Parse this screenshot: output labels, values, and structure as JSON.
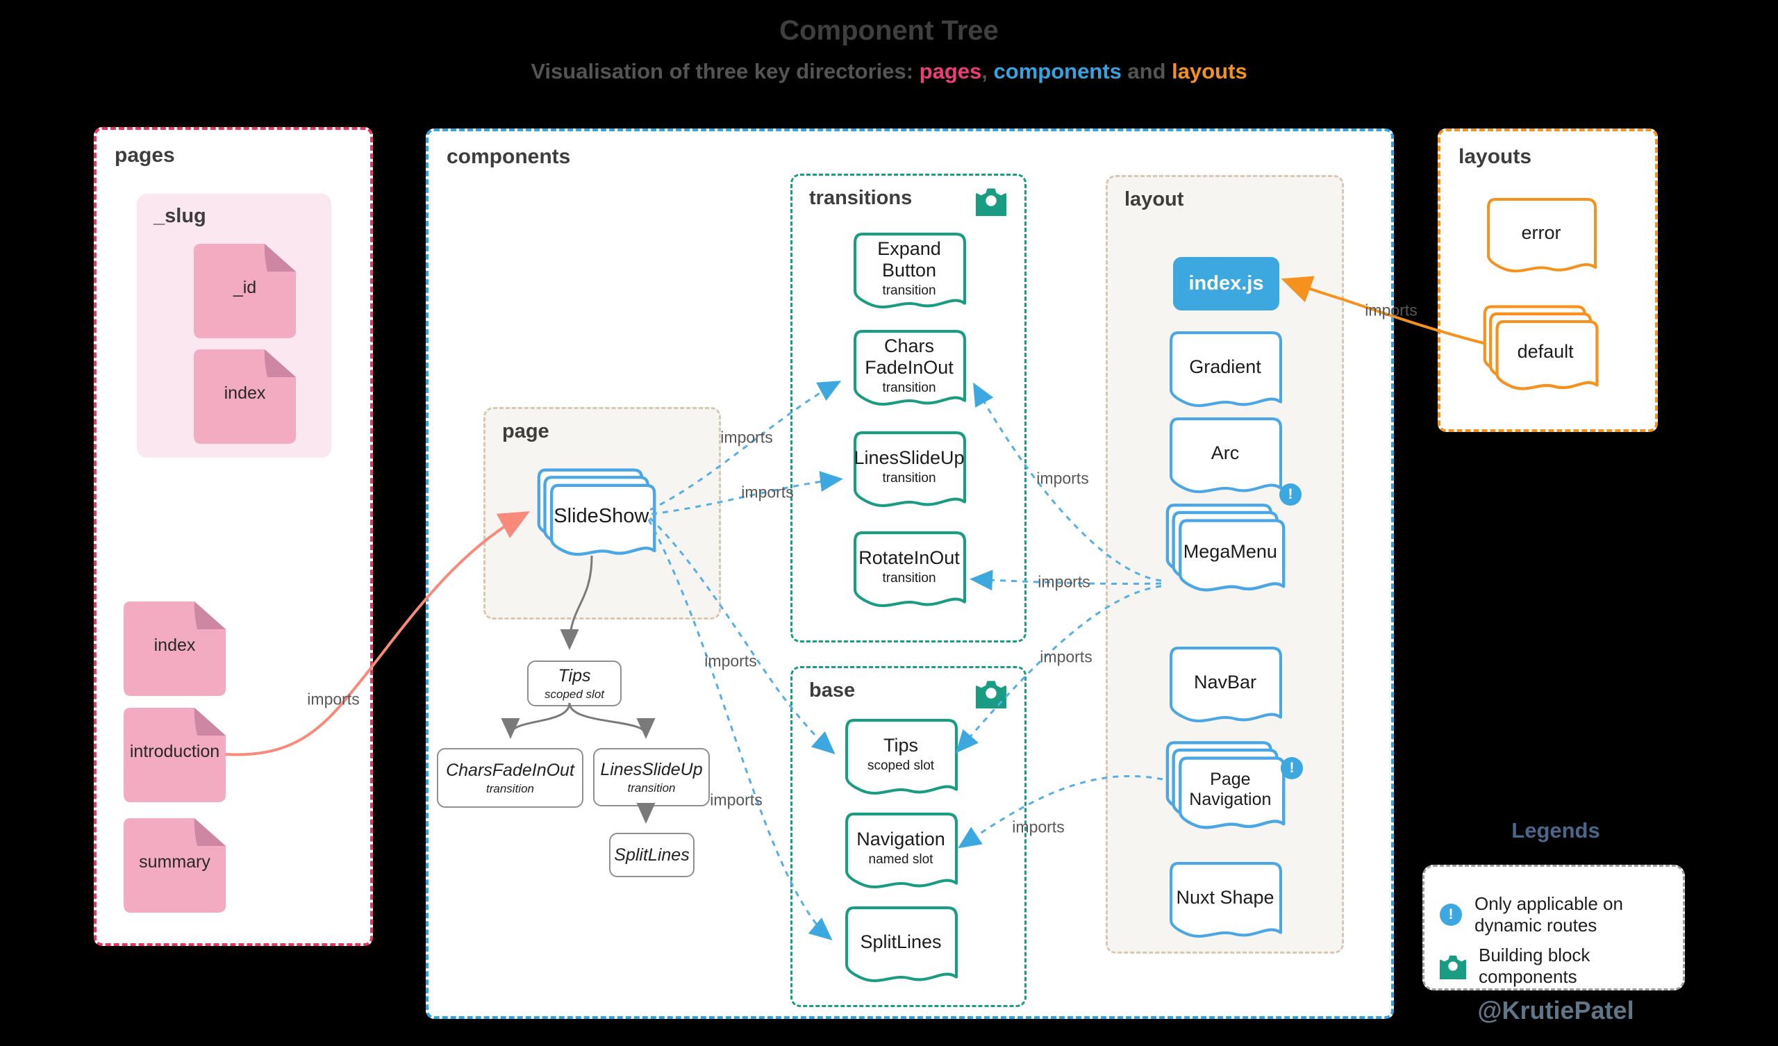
{
  "header": {
    "title": "Component Tree",
    "subtitle_prefix": "Visualisation of three key directories: ",
    "word_pages": "pages",
    "sep1": ", ",
    "word_components": "components",
    "word_and": " and ",
    "word_layouts": "layouts"
  },
  "labels": {
    "imports": "imports"
  },
  "pages": {
    "title": "pages",
    "slug": {
      "title": "_slug",
      "files": [
        {
          "name": "_id"
        },
        {
          "name": "index"
        }
      ]
    },
    "files": [
      {
        "name": "index"
      },
      {
        "name": "introduction"
      },
      {
        "name": "summary"
      }
    ]
  },
  "components": {
    "title": "components",
    "page_group": {
      "title": "page",
      "slideshow": "SlideShow",
      "tips": {
        "title": "Tips",
        "subtitle": "scoped slot"
      },
      "chars": {
        "title": "CharsFadeInOut",
        "subtitle": "transition"
      },
      "lines": {
        "title": "LinesSlideUp",
        "subtitle": "transition"
      },
      "splitlines": "SplitLines"
    },
    "transitions": {
      "title": "transitions",
      "items": [
        {
          "title": "Expand Button",
          "subtitle": "transition"
        },
        {
          "title": "Chars FadeInOut",
          "subtitle": "transition"
        },
        {
          "title": "LinesSlideUp",
          "subtitle": "transition"
        },
        {
          "title": "RotateInOut",
          "subtitle": "transition"
        }
      ]
    },
    "base": {
      "title": "base",
      "items": [
        {
          "title": "Tips",
          "subtitle": "scoped slot"
        },
        {
          "title": "Navigation",
          "subtitle": "named slot"
        },
        {
          "title": "SplitLines",
          "subtitle": ""
        }
      ]
    },
    "layout": {
      "title": "layout",
      "index_js": "index.js",
      "items": [
        {
          "title": "Gradient"
        },
        {
          "title": "Arc"
        },
        {
          "title": "MegaMenu"
        },
        {
          "title": "NavBar"
        },
        {
          "title": "Page Navigation"
        },
        {
          "title": "Nuxt Shape"
        }
      ]
    }
  },
  "layouts": {
    "title": "layouts",
    "files": [
      {
        "name": "error"
      },
      {
        "name": "default"
      }
    ]
  },
  "legend": {
    "title": "Legends",
    "alert_symbol": "!",
    "rows": [
      {
        "text": "Only applicable on dynamic routes"
      },
      {
        "text": "Building block components"
      }
    ],
    "credit": "@KrutiePatel"
  },
  "colors": {
    "pages_pink": "#ee3d7a",
    "components_blue": "#36a3e0",
    "layouts_orange": "#f5921e",
    "teal": "#1a9c82",
    "salmon": "#f98a7b",
    "slate": "#49678a"
  }
}
